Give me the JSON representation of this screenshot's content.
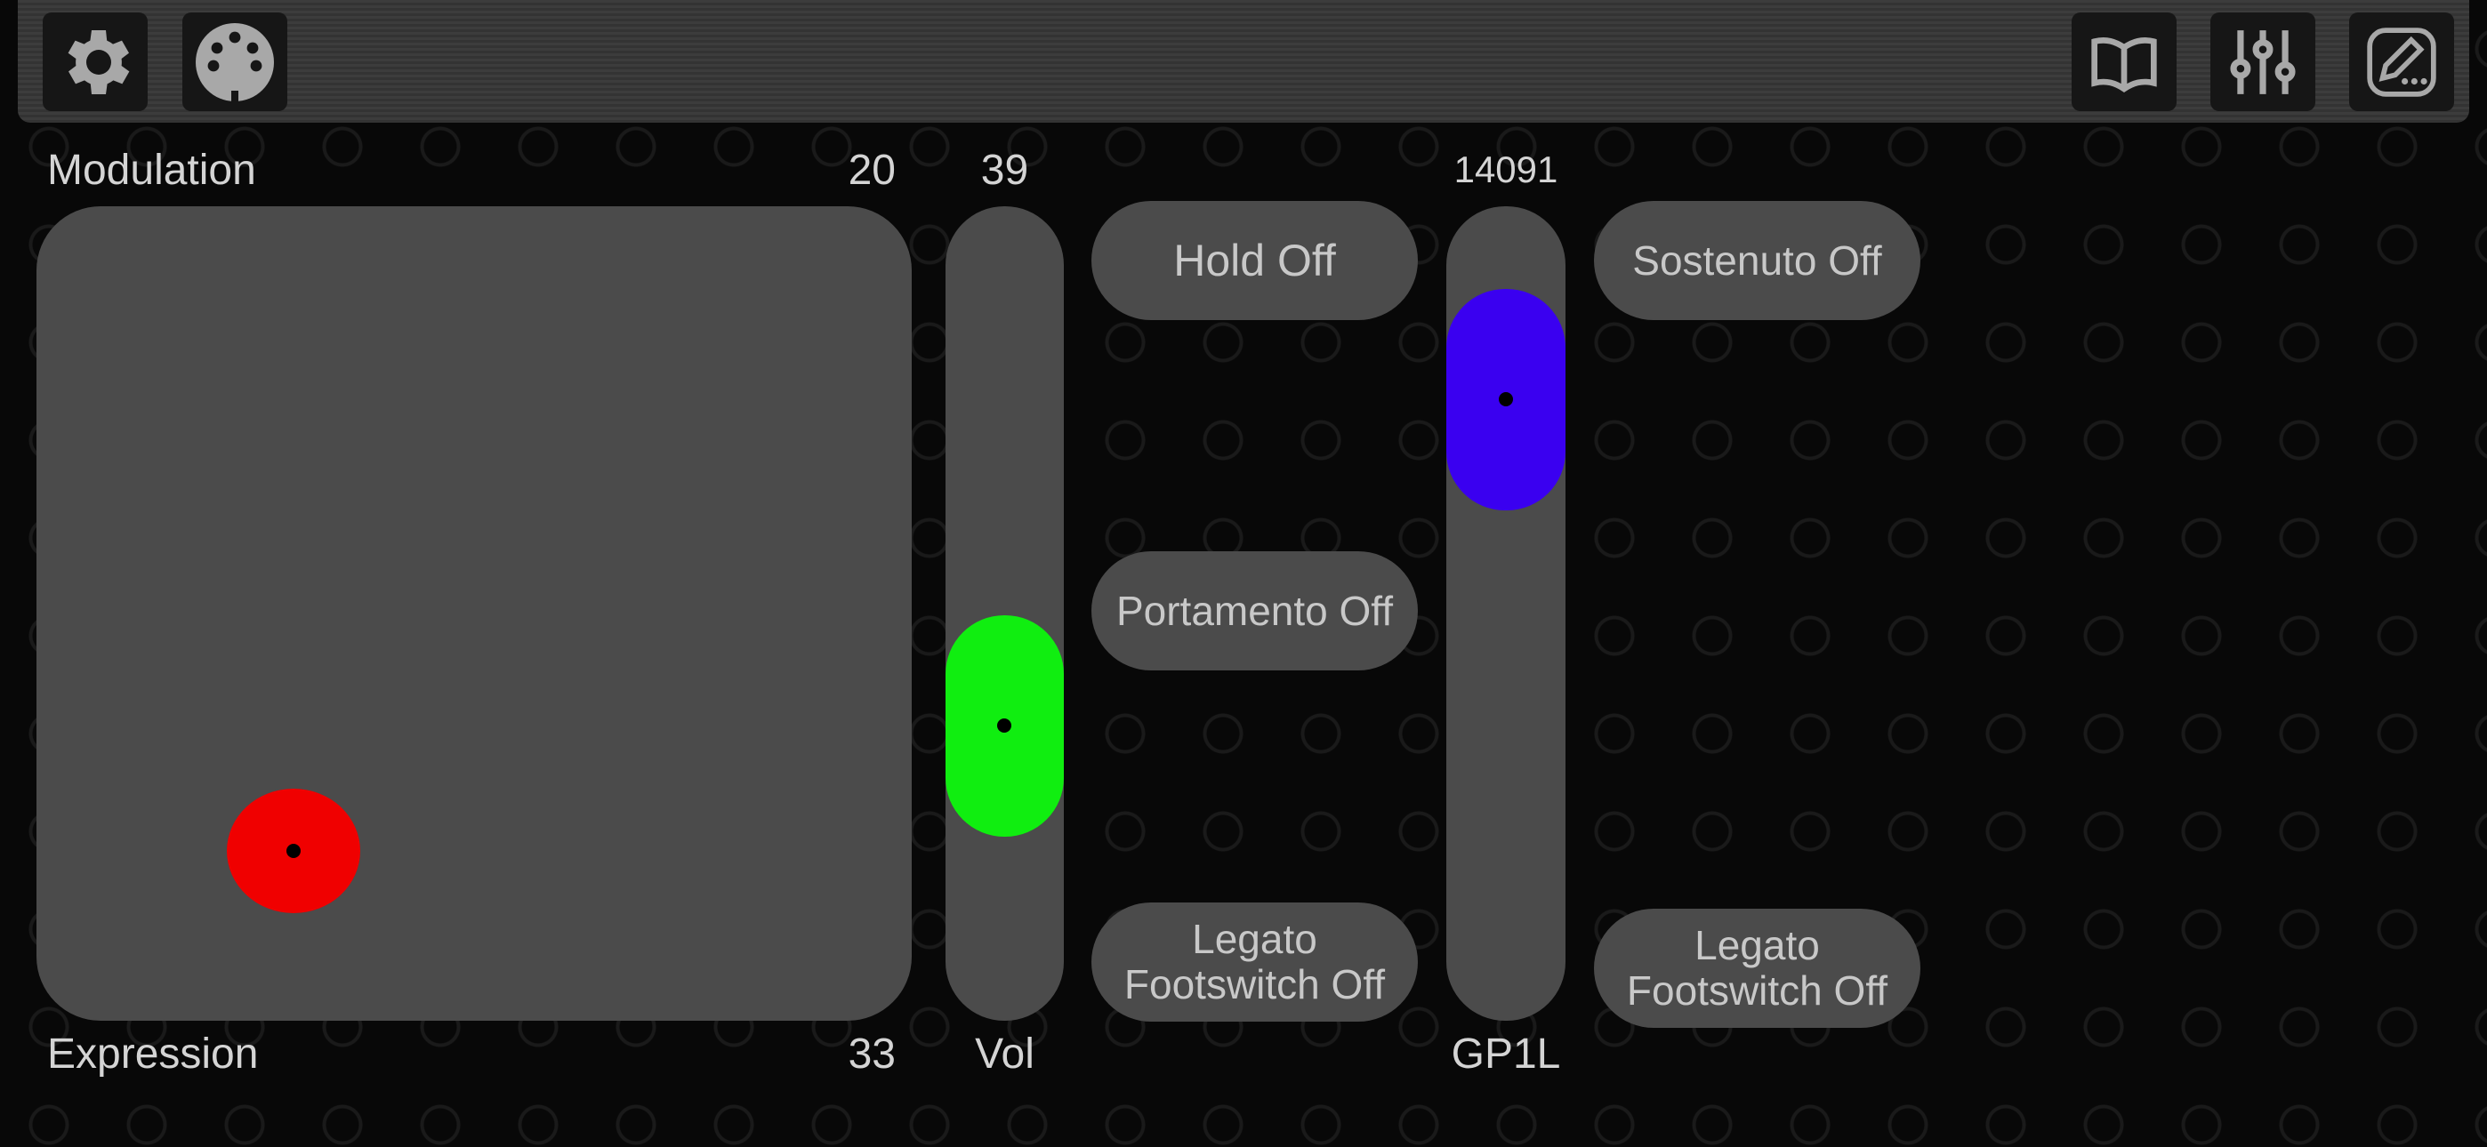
{
  "toolbar": {
    "left": [
      {
        "icon": "gear-icon"
      },
      {
        "icon": "midi-din-icon"
      }
    ],
    "right": [
      {
        "icon": "book-icon"
      },
      {
        "icon": "mixer-sliders-icon"
      },
      {
        "icon": "edit-pencil-icon"
      }
    ]
  },
  "xy_pad": {
    "top_label": "Modulation",
    "top_value": "20",
    "bottom_label": "Expression",
    "bottom_value": "33",
    "thumb_color": "#f00000"
  },
  "vol_slider": {
    "value": "39",
    "label": "Vol",
    "fraction": 0.31,
    "thumb_color": "#10ee10"
  },
  "gp_slider": {
    "value": "14091",
    "label": "GP1L",
    "fraction": 0.86,
    "thumb_color": "#3a00f0"
  },
  "buttons": {
    "hold": "Hold Off",
    "portamento": "Portamento Off",
    "legato1_line1": "Legato",
    "legato1_line2": "Footswitch Off",
    "sostenuto": "Sostenuto Off",
    "legato2_line1": "Legato",
    "legato2_line2": "Footswitch Off"
  }
}
